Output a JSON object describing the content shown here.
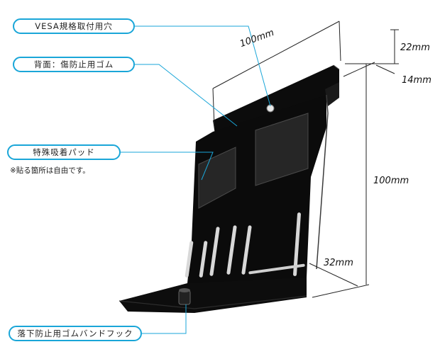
{
  "callouts": {
    "vesa_mount_holes": "VESA規格取付用穴",
    "back_rubber": "背面：傷防止用ゴム",
    "suction_pads": "特殊吸着パッド",
    "hook": "落下防止用ゴムバンドフック"
  },
  "notes": {
    "pad_placement": "※貼る箇所は自由です。"
  },
  "dimensions": {
    "top_width": "100mm",
    "top_height": "22mm",
    "depth": "14mm",
    "plate_height": "100mm",
    "bottom_depth": "32mm"
  },
  "colors": {
    "callout_border": "#1aa6d8",
    "bracket": "#0b0b0b",
    "pad": "#2a2a2a"
  }
}
